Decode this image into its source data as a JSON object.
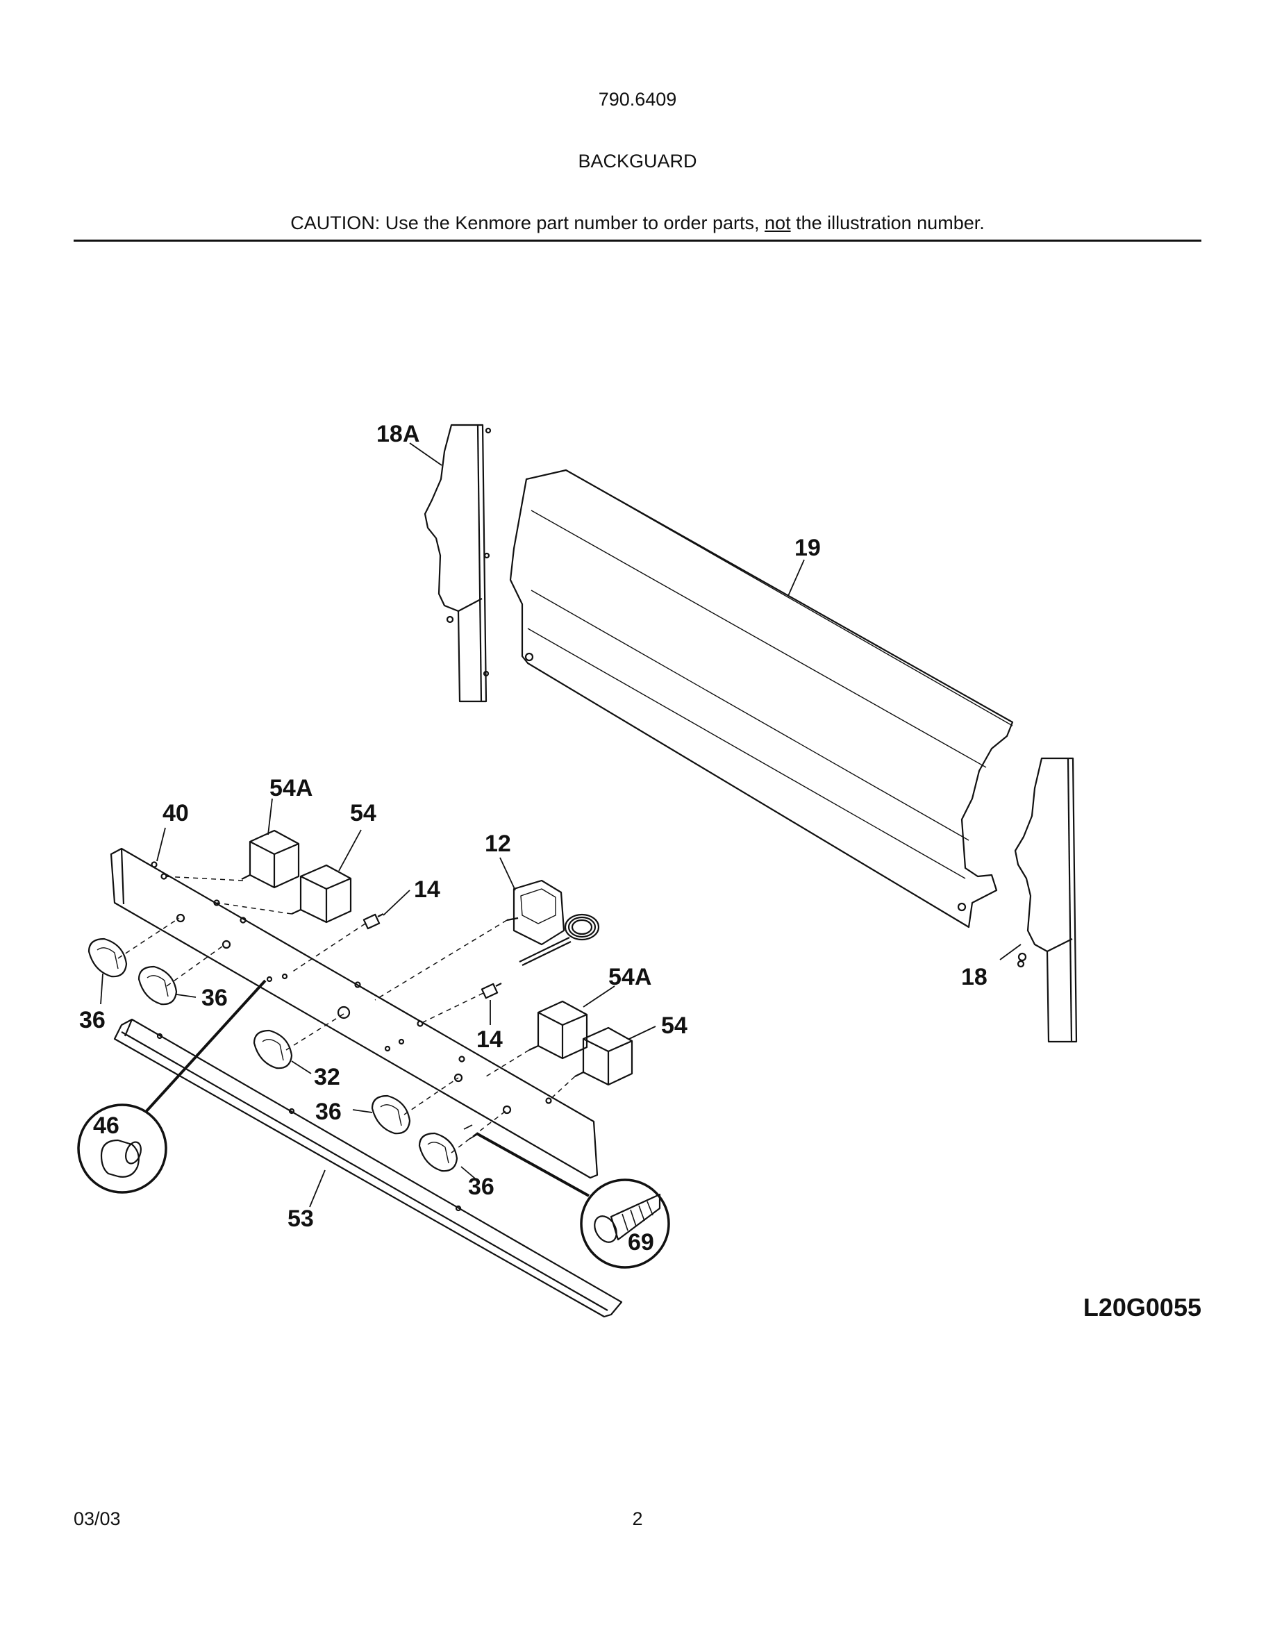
{
  "header": {
    "model": "790.6409",
    "section": "BACKGUARD",
    "caution_prefix": "CAUTION: Use the Kenmore part number to order parts, ",
    "caution_underlined": "not",
    "caution_suffix": " the illustration number."
  },
  "diagram": {
    "callouts": [
      "18A",
      "19",
      "40",
      "54A",
      "54",
      "12",
      "14",
      "18",
      "36",
      "36",
      "54A",
      "14",
      "54",
      "32",
      "36",
      "46",
      "36",
      "53",
      "69"
    ],
    "drawing_code": "L20G0055"
  },
  "footer": {
    "date": "03/03",
    "page": "2"
  },
  "colors": {
    "ink": "#111111",
    "background": "#ffffff"
  }
}
